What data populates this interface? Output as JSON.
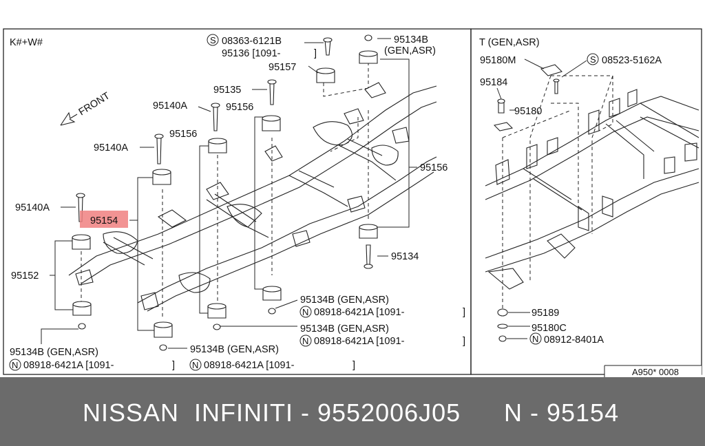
{
  "left_panel": {
    "header": "K#+W#",
    "front_label": "FRONT",
    "parts": {
      "p08363": "08363-6121B",
      "p08363_marker": "S",
      "p95136": "95136 [1091-",
      "p95136_close": "]",
      "p95157": "95157",
      "p95134B_top": "95134B",
      "p95134B_top_note": "(GEN,ASR)",
      "p95135": "95135",
      "p95140A_1": "95140A",
      "p95156_1": "95156",
      "p95156_2": "95156",
      "p95140A_2": "95140A",
      "p95156_right": "95156",
      "p95140A_3": "95140A",
      "p95154": "95154",
      "p95152": "95152",
      "p95134": "95134",
      "p95134B_r1": "95134B (GEN,ASR)",
      "p08918_r1": "08918-6421A [1091-",
      "p08918_r1_close": "]",
      "p95134B_r2": "95134B (GEN,ASR)",
      "p08918_r2": "08918-6421A [1091-",
      "p08918_r2_close": "]",
      "p95134B_bl": "95134B (GEN,ASR)",
      "p08918_bl": "08918-6421A [1091-",
      "p08918_bl_close": "]",
      "p95134B_bm": "95134B (GEN,ASR)",
      "p08918_bm": "08918-6421A [1091-",
      "p08918_bm_close": "]",
      "n_marker": "N"
    }
  },
  "right_panel": {
    "header": "T (GEN,ASR)",
    "parts": {
      "p95180M": "95180M",
      "p08523": "08523-5162A",
      "p08523_marker": "S",
      "p95184": "95184",
      "p95180": "95180",
      "p95189": "95189",
      "p95180C": "95180C",
      "p08912": "08912-8401A",
      "n_marker": "N"
    }
  },
  "diagram_code": "A950* 0008",
  "highlight_color": "#f08080",
  "footer": {
    "brand": "NISSAN  INFINITI - 9552006J05",
    "part_ref": "N - 95154",
    "background": "#6b6b6b"
  }
}
